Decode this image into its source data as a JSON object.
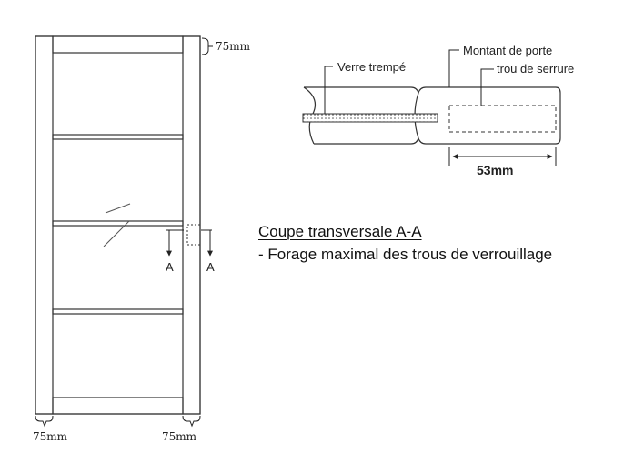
{
  "door": {
    "dim_top_right": "75mm",
    "dim_bottom_left": "75mm",
    "dim_bottom_right": "75mm",
    "section_mark_left": "A",
    "section_mark_right": "A"
  },
  "section": {
    "label_glass": "Verre trempé",
    "label_stile": "Montant de porte",
    "label_lock_hole": "trou de serrure",
    "dim_bore_depth": "53mm"
  },
  "caption": {
    "title": "Coupe transversale A-A",
    "subtitle": "- Forage maximal des trous de verrouillage"
  }
}
